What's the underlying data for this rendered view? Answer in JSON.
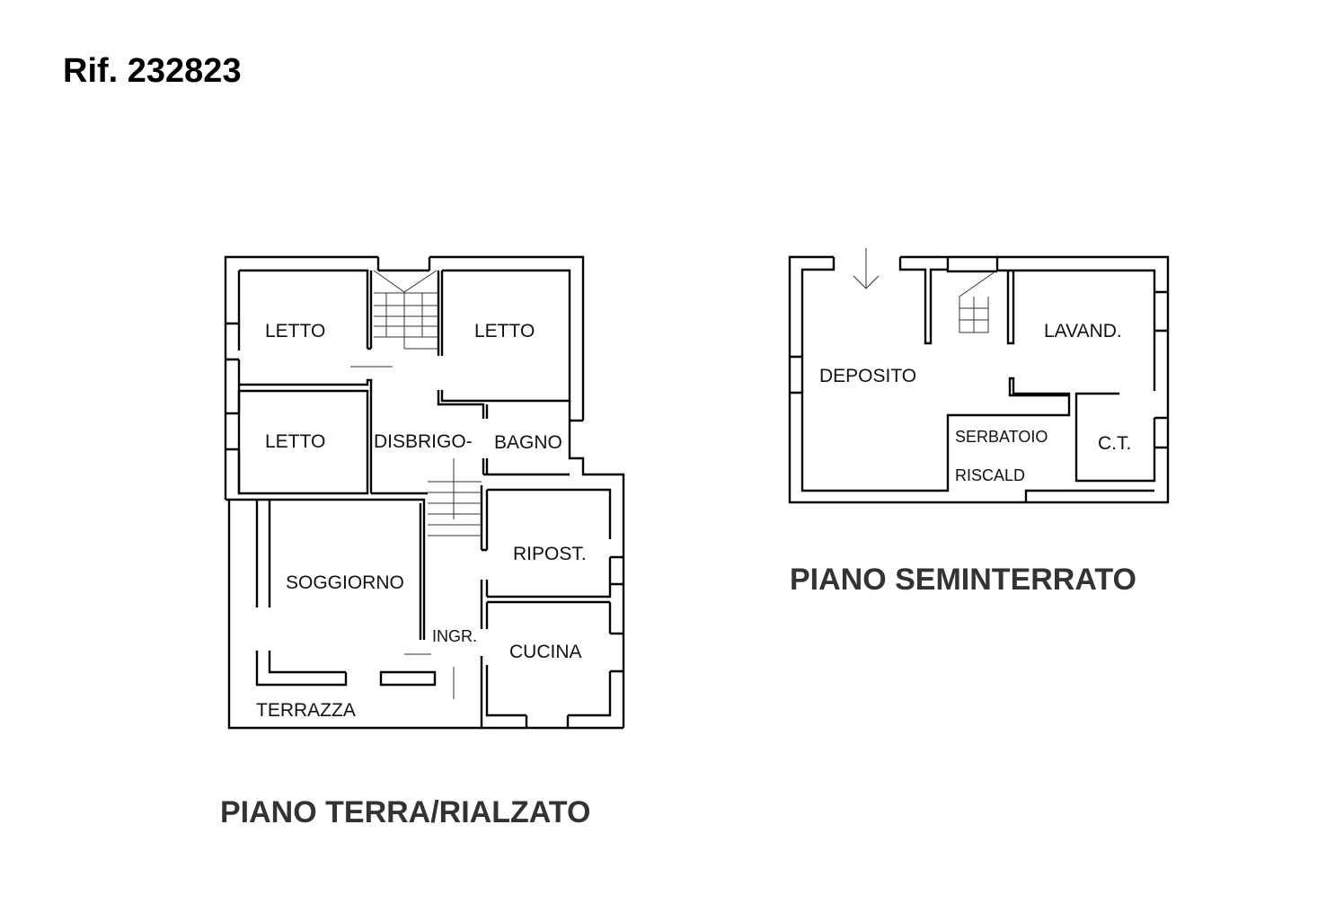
{
  "reference": "Rif. 232823",
  "ground_floor": {
    "title": "PIANO TERRA/RIALZATO",
    "rooms": [
      "LETTO",
      "LETTO",
      "LETTO",
      "DISBRIGO-",
      "BAGNO",
      "SOGGIORNO",
      "RIPOST.",
      "INGR.",
      "CUCINA",
      "TERRAZZA"
    ]
  },
  "basement": {
    "title": "PIANO SEMINTERRATO",
    "rooms": [
      "DEPOSITO",
      "LAVAND.",
      "SERBATOIO",
      "RISCALD",
      "C.T."
    ]
  }
}
